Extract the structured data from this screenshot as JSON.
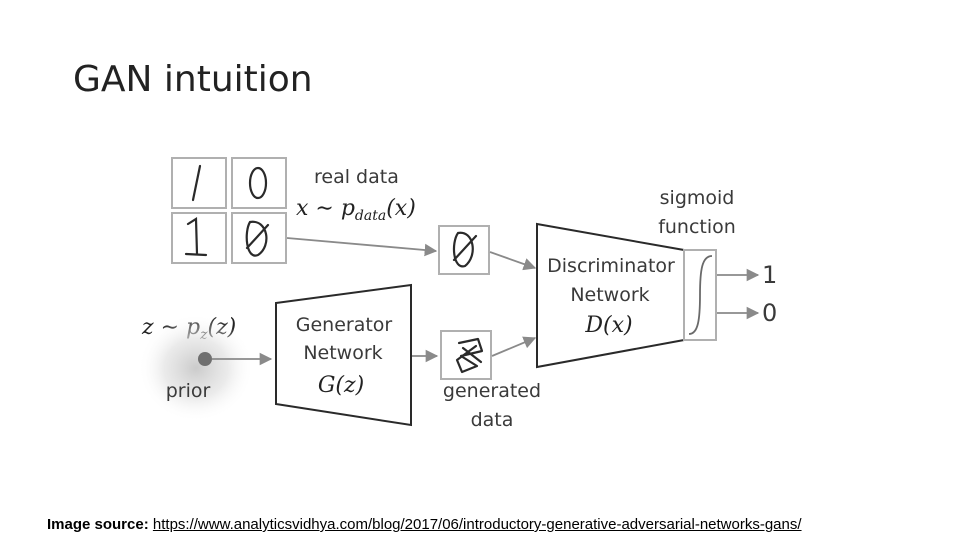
{
  "slide": {
    "title": "GAN intuition"
  },
  "diagram": {
    "real_data_label": "real data",
    "real_data_formula": "x ∼ p",
    "real_data_subscript": "data",
    "real_data_arg": "(x)",
    "sigmoid_label_line1": "sigmoid",
    "sigmoid_label_line2": "function",
    "discriminator_line1": "Discriminator",
    "discriminator_line2": "Network",
    "discriminator_formula": "D(x)",
    "output_real": "1",
    "output_fake": "0",
    "noise_formula": "z ∼ p",
    "noise_subscript": "z",
    "noise_arg": "(z)",
    "prior_label": "prior",
    "generator_line1": "Generator",
    "generator_line2": "Network",
    "generator_formula": "G(z)",
    "generated_line1": "generated",
    "generated_line2": "data",
    "colors": {
      "box_stroke": "#b0b0b0",
      "arrow": "#8a8a8a",
      "ink": "#2a2a2a"
    }
  },
  "footer": {
    "source_label": "Image source:",
    "source_url": "https://www.analyticsvidhya.com/blog/2017/06/introductory-generative-adversarial-networks-gans/"
  }
}
